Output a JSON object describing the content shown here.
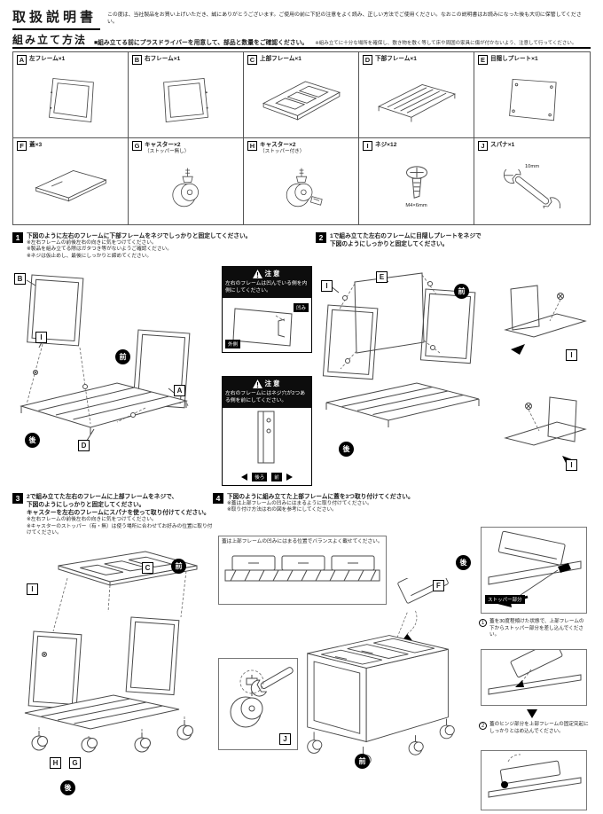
{
  "callouts": {
    "A": "A",
    "B": "B",
    "C": "C",
    "D": "D",
    "E": "E",
    "F": "F",
    "G": "G",
    "H": "H",
    "I": "I",
    "J": "J"
  },
  "markers": {
    "front": "前",
    "back": "後"
  },
  "header": {
    "title": "取扱説明書",
    "intro": "この度は、当社製品をお買い上げいただき、誠にありがとうございます。ご使用の前に下記の注意をよく読み、正しい方法でご使用ください。なおこの説明書はお読みになった後も大切に保管してください。"
  },
  "section": {
    "title": "組み立て方法",
    "note_bold": "■組み立てる前にプラスドライバーを用意して、部品と数量をご確認ください。",
    "note_small": "※組み立てに十分な場所を確保し、敷き物を敷く等して床や周囲の家具に傷が付かないよう、注意して行ってください。"
  },
  "parts": [
    {
      "id": "A",
      "label": "左フレーム×1"
    },
    {
      "id": "B",
      "label": "右フレーム×1"
    },
    {
      "id": "C",
      "label": "上部フレーム×1"
    },
    {
      "id": "D",
      "label": "下部フレーム×1"
    },
    {
      "id": "E",
      "label": "目隠しプレート×1"
    },
    {
      "id": "F",
      "label": "蓋×3"
    },
    {
      "id": "G",
      "label": "キャスター×2",
      "sub": "（ストッパー無し）"
    },
    {
      "id": "H",
      "label": "キャスター×2",
      "sub": "（ストッパー付き）"
    },
    {
      "id": "I",
      "label": "ネジ×12",
      "note": "M4×6mm"
    },
    {
      "id": "J",
      "label": "スパナ×1",
      "note": "10mm"
    }
  ],
  "step1": {
    "num": "1",
    "text": "下図のように左右のフレームに下部フレームをネジでしっかりと固定してください。",
    "notes": [
      "※左右フレームの前後左右の向きに気をつけてください。",
      "※製品を組み立てる際はガタつき等がないようご確認ください。",
      "※ネジは仮止めし、最後にしっかりと締めてください。"
    ],
    "warning1": {
      "title": "注意",
      "text": "左右のフレームは凹んでいる側を内側にしてください。",
      "label1": "凹み",
      "label2": "外側"
    },
    "warning2": {
      "title": "注意",
      "text": "左右のフレームにはネジ穴が2つある側を前にしてください。",
      "label1": "後ろ",
      "label2": "前"
    }
  },
  "step2": {
    "num": "2",
    "text": "1で組み立てた左右のフレームに目隠しプレートをネジで\n下図のようにしっかりと固定してください。"
  },
  "step3": {
    "num": "3",
    "text": "2で組み立てた左右のフレームに上部フレームをネジで、\n下図のようにしっかりと固定してください。\nキャスターを左右のフレームにスパナを使って取り付けてください。",
    "notes": [
      "※左右フレームの前後左右の向きに気をつけてください。",
      "※キャスターのストッパー（有・無）は使う場所に合わせてお好みの位置に取り付けてください。"
    ]
  },
  "step4": {
    "num": "4",
    "text": "下図のように組み立てた上部フレームに蓋を3つ取り付けてください。",
    "notes": [
      "※蓋は上部フレームの凹みにはまるように取り付けてください。",
      "※取り付け方法は右の図を参考にしてください。"
    ],
    "inset_note": "蓋は上部フレームの凹みにはまる位置でバランスよく載せてください。"
  },
  "details": {
    "stopper_label": "ストッパー部分",
    "note1_num": "1",
    "note1_text": "蓋を30度程傾けた状態で、上部フレームの下からストッパー部分を差し込んでください。",
    "note2_num": "2",
    "note2_text": "蓋のヒンジ部分を上部フレームの固定突起にしっかりとはめ込んでください。"
  }
}
